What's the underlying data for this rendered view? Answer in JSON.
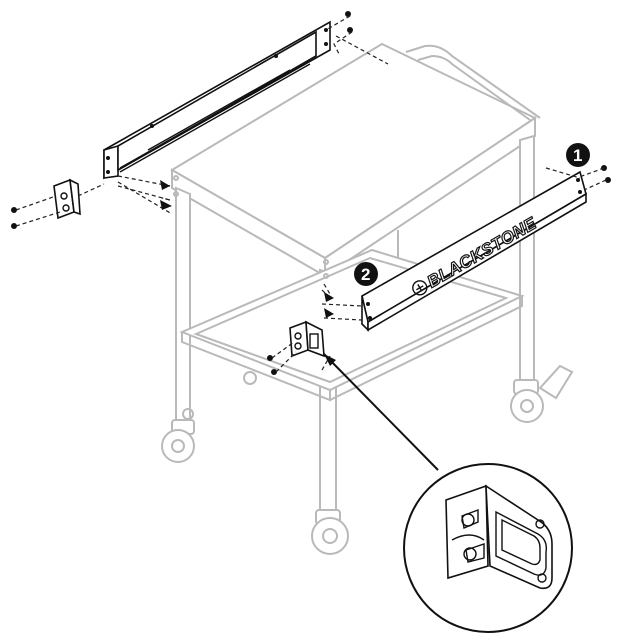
{
  "steps": [
    {
      "label": "1"
    },
    {
      "label": "2"
    }
  ],
  "brand_text": "BLACKSTONE"
}
